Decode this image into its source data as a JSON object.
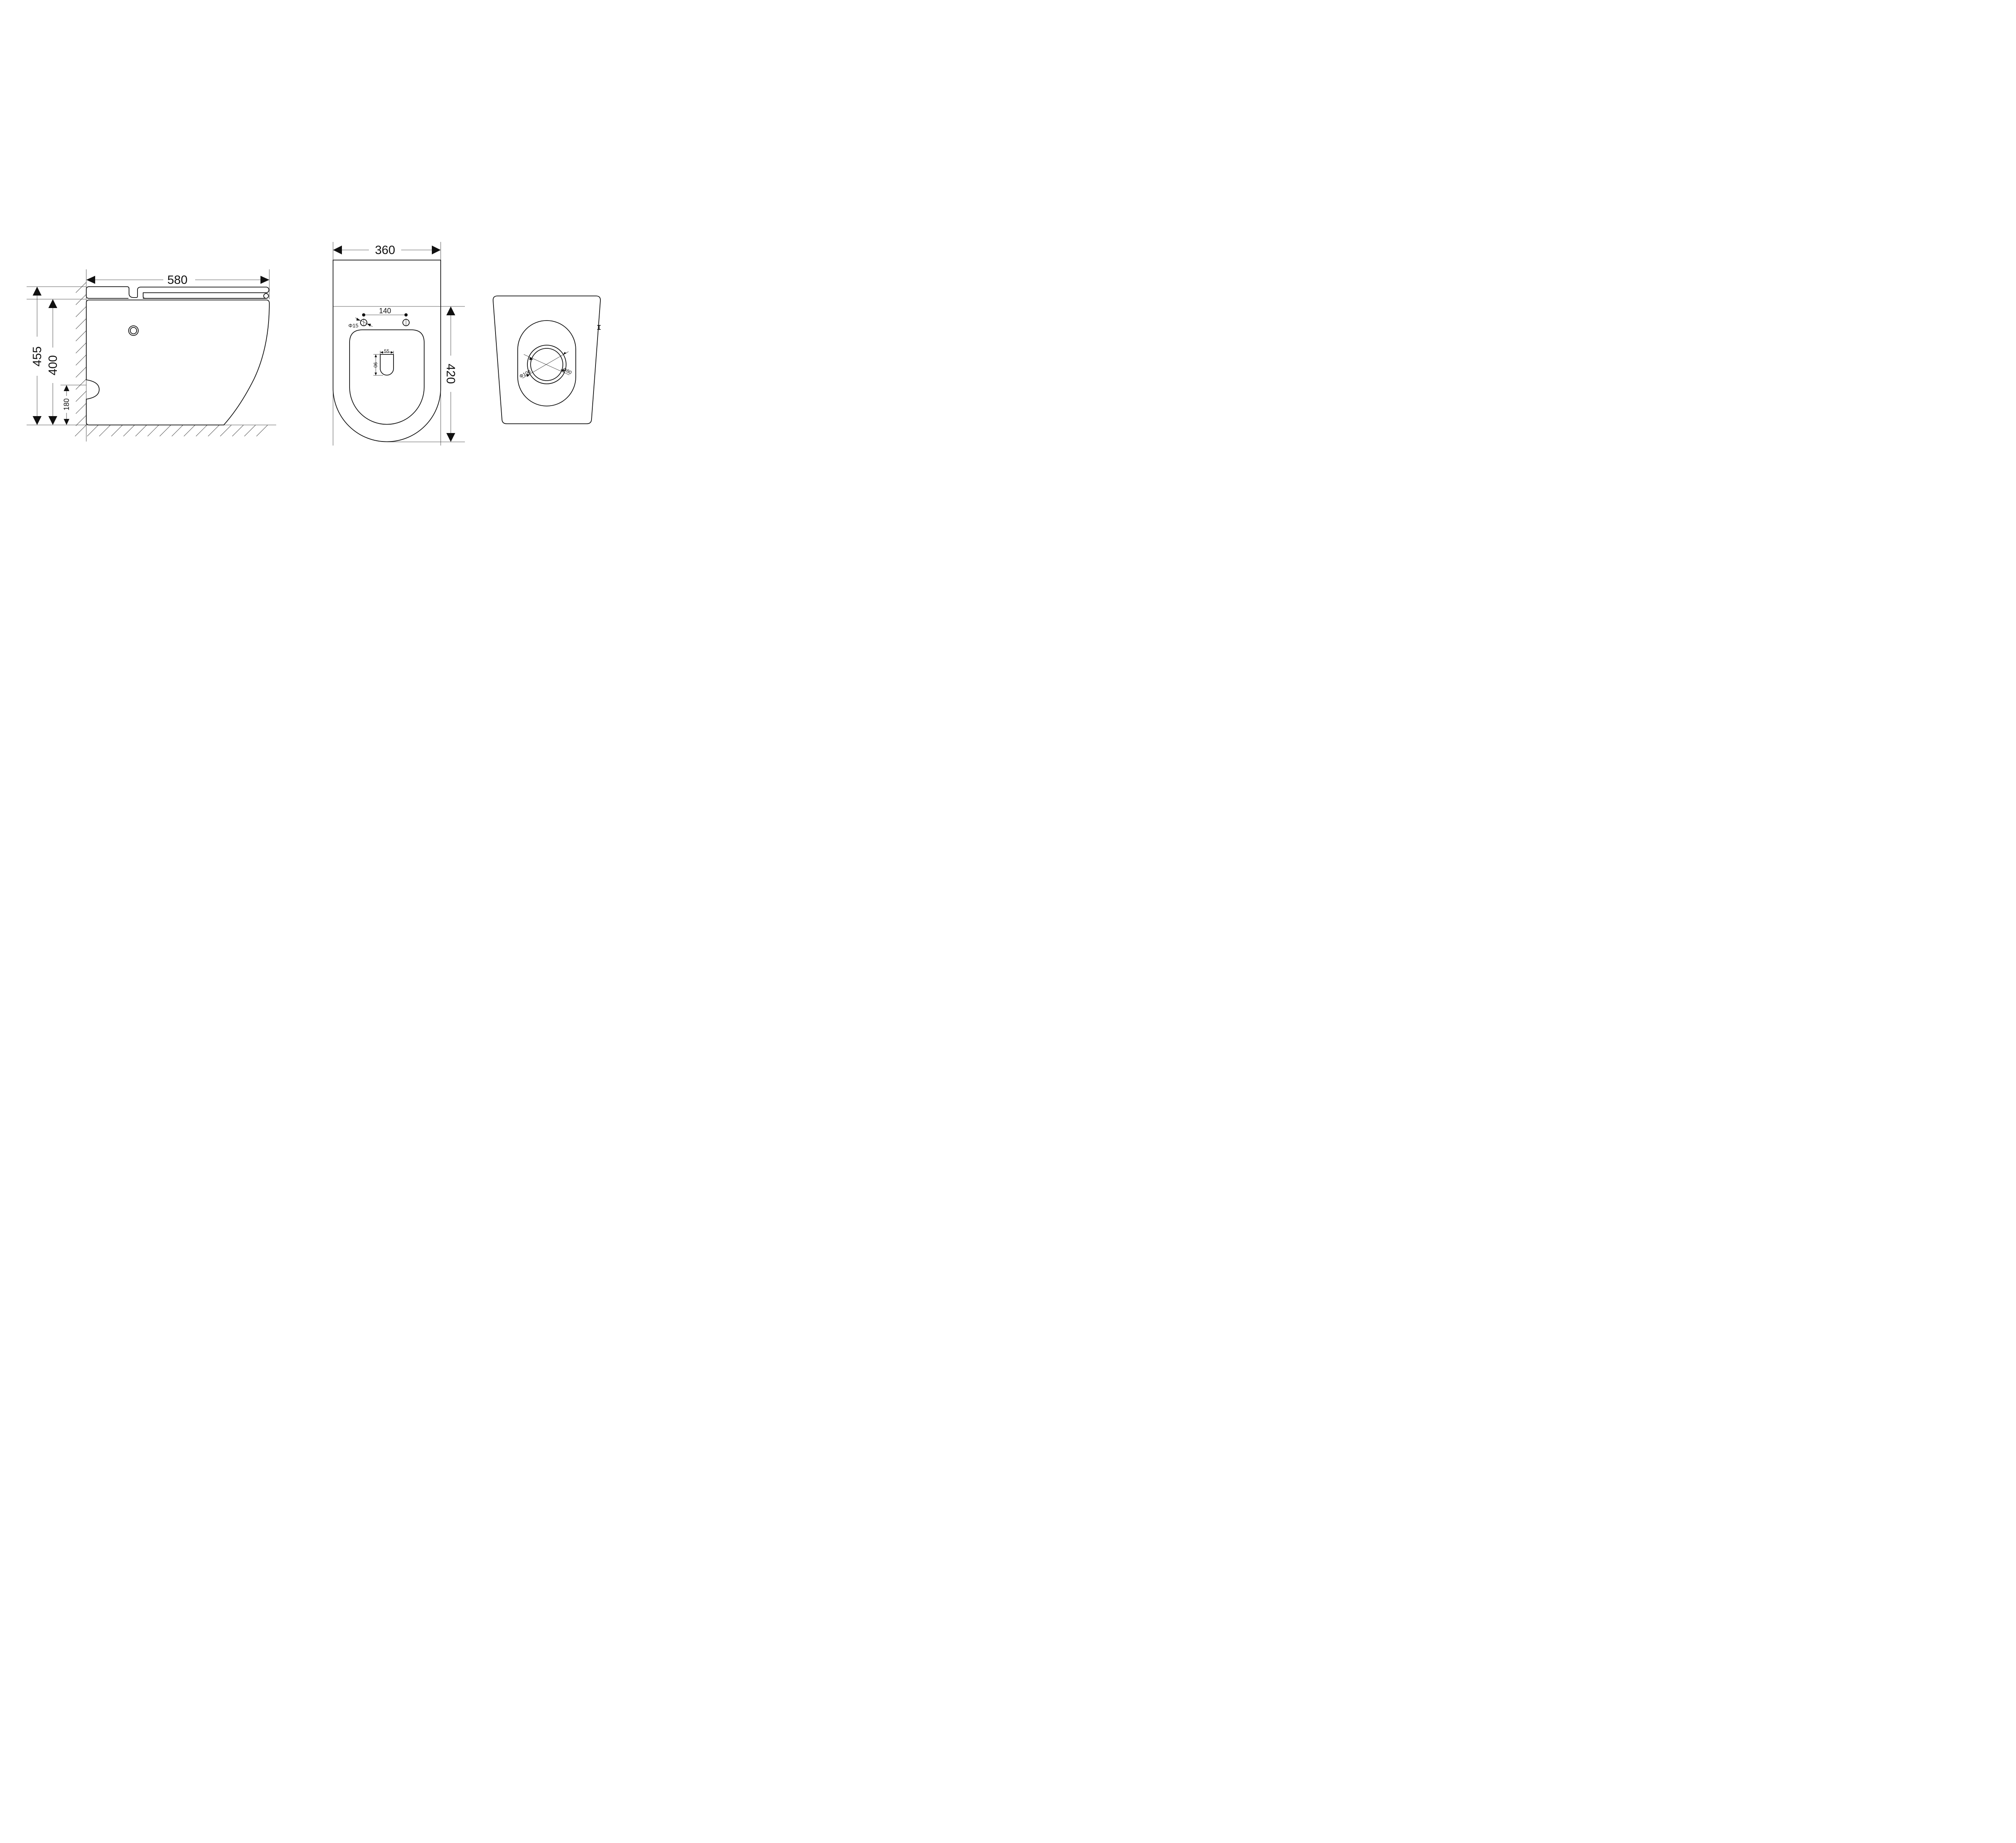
{
  "side_view": {
    "width_label": "580",
    "total_height_label": "455",
    "body_height_label": "400",
    "outlet_height_label": "180"
  },
  "top_view": {
    "width_label": "360",
    "length_label": "420",
    "hinge_spacing_label": "140",
    "hinge_hole_label": "Φ15",
    "flush_width_label": "55",
    "flush_length_label": "90"
  },
  "back_view": {
    "outer_diameter_label": "Φ100",
    "inner_diameter_label": "Φ80"
  }
}
